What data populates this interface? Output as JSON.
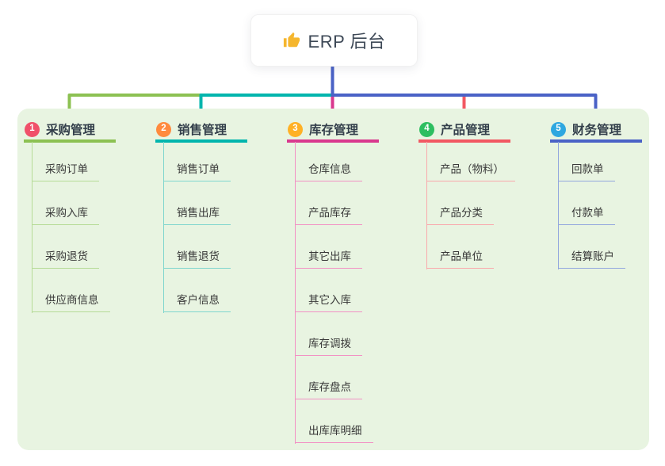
{
  "root": {
    "label": "ERP 后台",
    "icon": "thumbs-up-icon",
    "icon_color": "#f5b62e",
    "connector_color": "#4a62c6"
  },
  "panel": {
    "background": "#e8f4e1"
  },
  "branches": [
    {
      "num": "1",
      "label": "采购管理",
      "badge_color": "#f0506a",
      "line_color": "#8cc152",
      "child_line_color": "#b5db96",
      "children": [
        "采购订单",
        "采购入库",
        "采购退货",
        "供应商信息"
      ]
    },
    {
      "num": "2",
      "label": "销售管理",
      "badge_color": "#ff8a3d",
      "line_color": "#00b5ad",
      "child_line_color": "#7fd6ce",
      "children": [
        "销售订单",
        "销售出库",
        "销售退货",
        "客户信息"
      ]
    },
    {
      "num": "3",
      "label": "库存管理",
      "badge_color": "#ffb125",
      "line_color": "#d9388e",
      "child_line_color": "#f291c4",
      "children": [
        "仓库信息",
        "产品库存",
        "其它出库",
        "其它入库",
        "库存调拨",
        "库存盘点",
        "出库库明细"
      ]
    },
    {
      "num": "4",
      "label": "产品管理",
      "badge_color": "#2dbe60",
      "line_color": "#f25862",
      "child_line_color": "#f9a8ac",
      "children": [
        "产品（物料）",
        "产品分类",
        "产品单位"
      ]
    },
    {
      "num": "5",
      "label": "财务管理",
      "badge_color": "#2ea7e0",
      "line_color": "#4a62c6",
      "child_line_color": "#93a7de",
      "children": [
        "回款单",
        "付款单",
        "结算账户"
      ]
    }
  ]
}
